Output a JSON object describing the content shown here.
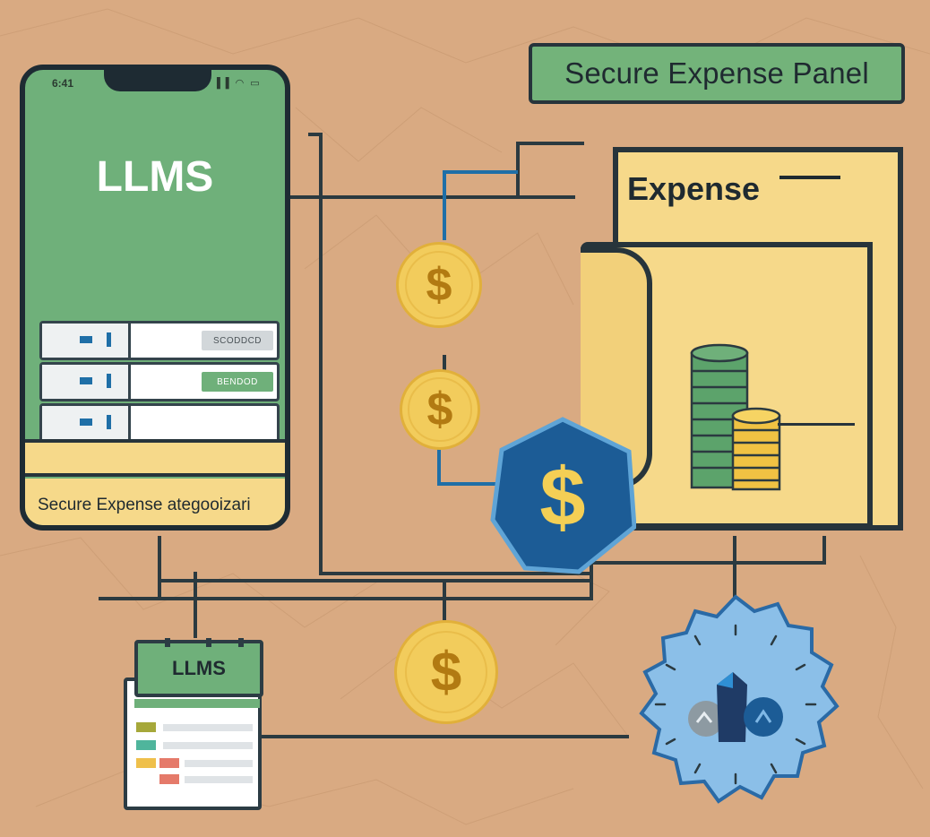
{
  "title_banner": "Secure Expense Panel",
  "phone": {
    "status_time": "6:41",
    "status_icons": "▐▐ ◠ ▭",
    "title": "LLMS",
    "rows": [
      {
        "badge": "SCODDCD",
        "badge_style": "gray"
      },
      {
        "badge": "BENDOD",
        "badge_style": "green"
      },
      {
        "badge": "",
        "badge_style": "none"
      }
    ],
    "footer": "Secure Expense ategooizari"
  },
  "coins": {
    "symbol": "$"
  },
  "hex_badge": {
    "symbol": "$",
    "color": "#1c5c96"
  },
  "expense_panel": {
    "heading": "Expense"
  },
  "notebook": {
    "title": "LLMS"
  },
  "colors": {
    "background": "#d9aa82",
    "phone_green": "#6fb07a",
    "panel_yellow": "#f6d98a",
    "outline": "#27343b",
    "coin_gold": "#f2cc5c",
    "seal_blue": "#8bbfe8"
  }
}
